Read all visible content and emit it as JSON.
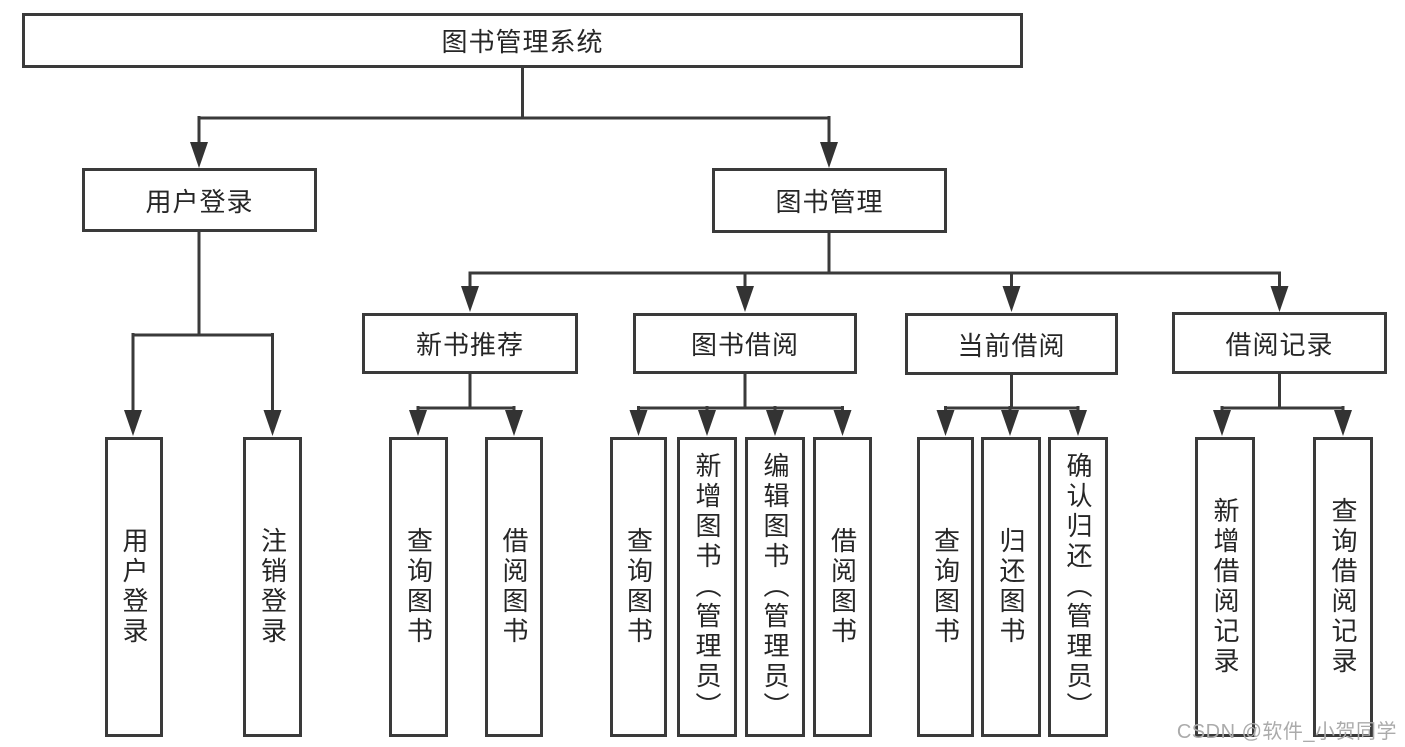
{
  "diagram": {
    "root_label": "图书管理系统",
    "user_login": {
      "label": "用户登录",
      "children": [
        "用户登录",
        "注销登录"
      ]
    },
    "book_mgmt": {
      "label": "图书管理",
      "new_books": {
        "label": "新书推荐",
        "children": [
          "查询图书",
          "借阅图书"
        ]
      },
      "book_borrow": {
        "label": "图书借阅",
        "children": [
          "查询图书",
          "新增图书（管理员）",
          "编辑图书（管理员）",
          "借阅图书"
        ]
      },
      "current_borrow": {
        "label": "当前借阅",
        "children": [
          "查询图书",
          "归还图书",
          "确认归还（管理员）"
        ]
      },
      "borrow_records": {
        "label": "借阅记录",
        "children": [
          "新增借阅记录",
          "查询借阅记录"
        ]
      }
    }
  },
  "watermark": {
    "text": "CSDN @软件_小贺同学"
  },
  "colors": {
    "background": "#ffffff",
    "line": "#3a3a3a",
    "box_border": "#3a3a3a",
    "arrowhead": "#333333",
    "text": "#262626",
    "watermark": "#ababab"
  }
}
